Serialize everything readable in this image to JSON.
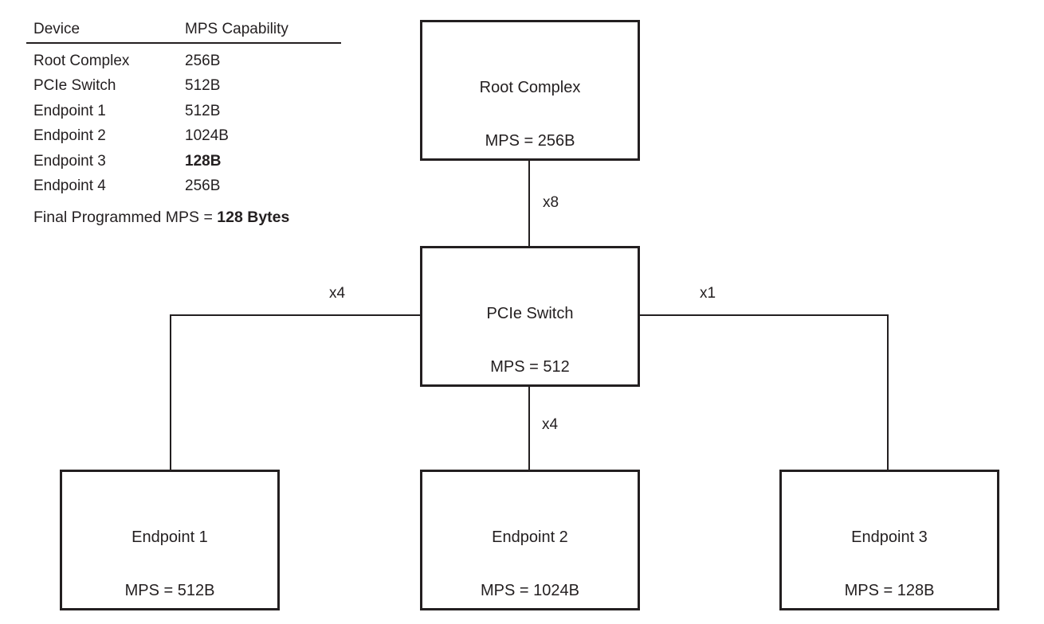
{
  "colors": {
    "ink": "#231f20",
    "background": "#ffffff"
  },
  "table": {
    "headers": [
      "Device",
      "MPS Capability"
    ],
    "rows": [
      {
        "device": "Root Complex",
        "capability": "256B",
        "bold": false
      },
      {
        "device": "PCIe Switch",
        "capability": "512B",
        "bold": false
      },
      {
        "device": "Endpoint 1",
        "capability": "512B",
        "bold": false
      },
      {
        "device": "Endpoint 2",
        "capability": "1024B",
        "bold": false
      },
      {
        "device": "Endpoint 3",
        "capability": "128B",
        "bold": true
      },
      {
        "device": "Endpoint 4",
        "capability": "256B",
        "bold": false
      }
    ],
    "summary": {
      "prefix": "Final Programmed MPS = ",
      "value": "128 Bytes"
    }
  },
  "diagram": {
    "nodes": [
      {
        "id": "root-complex",
        "title": "Root Complex",
        "mps": "MPS = 256B"
      },
      {
        "id": "pcie-switch",
        "title": "PCIe Switch",
        "mps": "MPS = 512"
      },
      {
        "id": "endpoint-1",
        "title": "Endpoint 1",
        "mps": "MPS = 512B"
      },
      {
        "id": "endpoint-2",
        "title": "Endpoint 2",
        "mps": "MPS = 1024B"
      },
      {
        "id": "endpoint-3",
        "title": "Endpoint 3",
        "mps": "MPS = 128B"
      }
    ],
    "links": [
      {
        "from": "root-complex",
        "to": "pcie-switch",
        "label": "x8"
      },
      {
        "from": "pcie-switch",
        "to": "endpoint-1",
        "label": "x4"
      },
      {
        "from": "pcie-switch",
        "to": "endpoint-3",
        "label": "x1"
      },
      {
        "from": "pcie-switch",
        "to": "endpoint-2",
        "label": "x4"
      }
    ]
  }
}
